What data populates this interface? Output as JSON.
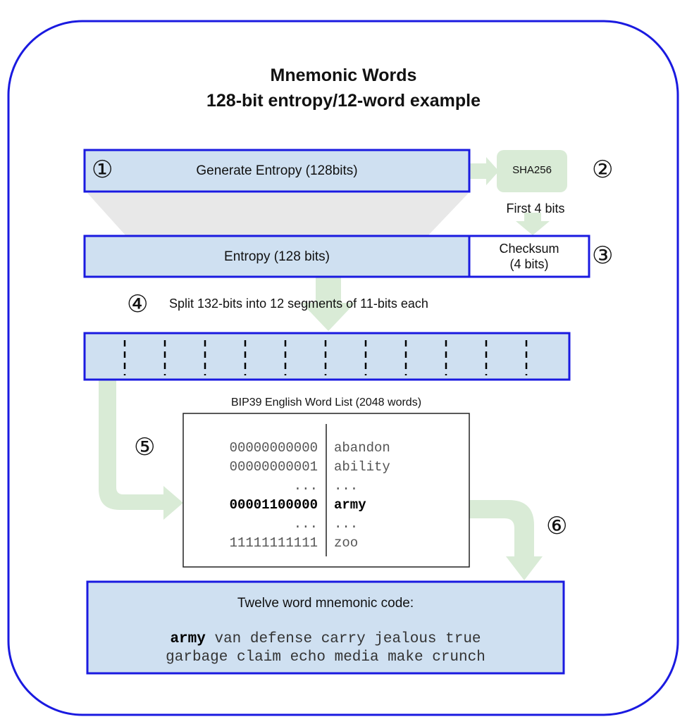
{
  "title": {
    "line1": "Mnemonic Words",
    "line2": "128-bit entropy/12-word example"
  },
  "steps": {
    "s1": "①",
    "s2": "②",
    "s3": "③",
    "s4": "④",
    "s5": "⑤",
    "s6": "⑥"
  },
  "generate_entropy": "Generate Entropy (128bits)",
  "sha256": "SHA256",
  "first_4_bits": "First 4 bits",
  "entropy": "Entropy (128 bits)",
  "checksum": {
    "line1": "Checksum",
    "line2": "(4 bits)"
  },
  "split_text": "Split 132-bits into 12 segments of 11-bits each",
  "segments": 12,
  "wordlist": {
    "title": "BIP39 English Word List (2048 words)",
    "rows": [
      {
        "bits": "00000000000",
        "word": "abandon",
        "bold": false
      },
      {
        "bits": "00000000001",
        "word": "ability",
        "bold": false
      },
      {
        "bits": "...",
        "word": "...",
        "bold": false
      },
      {
        "bits": "00001100000",
        "word": "army",
        "bold": true
      },
      {
        "bits": "...",
        "word": "...",
        "bold": false
      },
      {
        "bits": "11111111111",
        "word": "zoo",
        "bold": false
      }
    ]
  },
  "mnemonic": {
    "title": "Twelve word mnemonic code:",
    "first_word": "army",
    "line1_rest": " van defense carry jealous true",
    "line2": "garbage claim echo media make crunch"
  },
  "colors": {
    "frame": "#1a1ae0",
    "box_fill": "#cfe0f1",
    "arrow": "#d9ebd6",
    "funnel": "#e8e8e8"
  }
}
